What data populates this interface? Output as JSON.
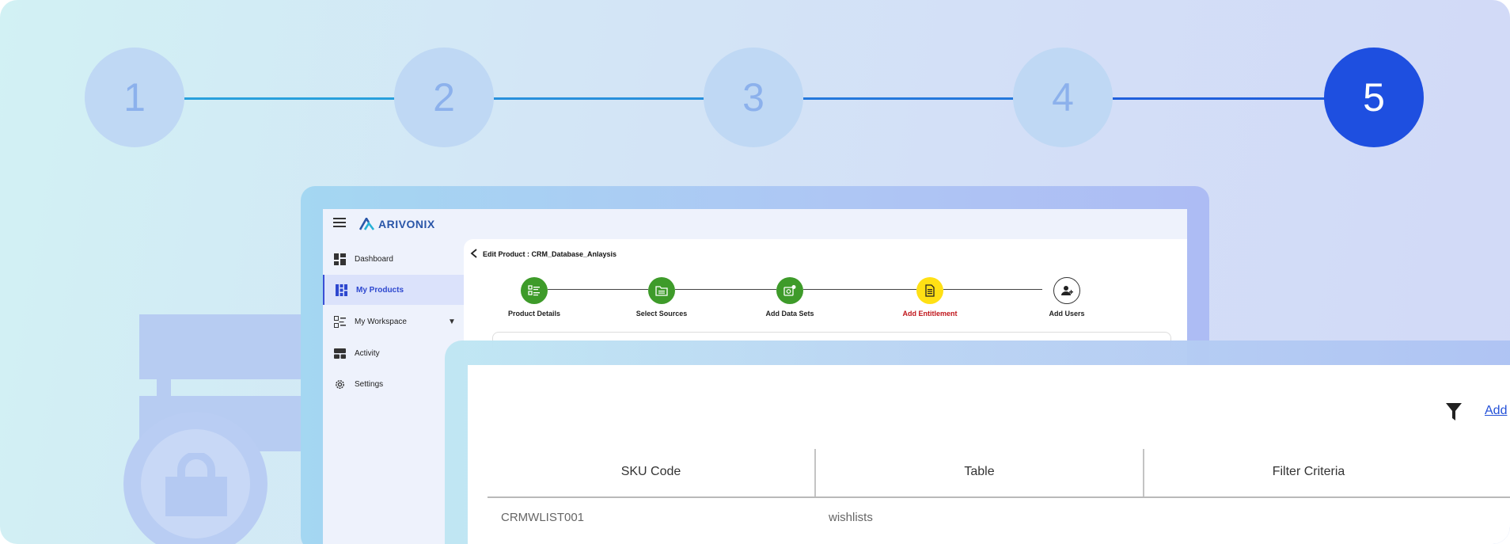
{
  "top_stepper": {
    "steps": [
      "1",
      "2",
      "3",
      "4",
      "5"
    ],
    "active_index": 4,
    "colors": {
      "inactive_circle": "#bfd8f4",
      "inactive_text": "#8cb1ec",
      "active_circle": "#1e4fe0",
      "line": "#1e6fe0"
    }
  },
  "app": {
    "brand": "ARIVONIX",
    "sidebar": {
      "items": [
        {
          "label": "Dashboard",
          "icon": "dashboard-icon"
        },
        {
          "label": "My Products",
          "icon": "products-grid-icon",
          "active": true
        },
        {
          "label": "My Workspace",
          "icon": "workspace-icon",
          "has_caret": true
        },
        {
          "label": "Activity",
          "icon": "activity-icon"
        },
        {
          "label": "Settings",
          "icon": "gear-icon"
        }
      ],
      "caret": "▼"
    },
    "page_title": "Edit Product : CRM_Database_Anlaysis",
    "progress": {
      "steps": [
        {
          "label": "Product Details",
          "state": "done",
          "icon": "list-icon"
        },
        {
          "label": "Select Sources",
          "state": "done",
          "icon": "folder-icon"
        },
        {
          "label": "Add Data Sets",
          "state": "done",
          "icon": "dataset-icon"
        },
        {
          "label": "Add Entitlement",
          "state": "current",
          "icon": "document-icon"
        },
        {
          "label": "Add Users",
          "state": "pending",
          "icon": "add-user-icon"
        }
      ],
      "colors": {
        "done": "#3e9b2a",
        "current": "#ffe014",
        "current_label": "#c0151b"
      }
    }
  },
  "entitlement_panel": {
    "add_label": "Add",
    "columns": [
      "SKU Code",
      "Table",
      "Filter Criteria"
    ],
    "rows": [
      [
        "CRMWLIST001",
        "wishlists",
        ""
      ]
    ]
  }
}
